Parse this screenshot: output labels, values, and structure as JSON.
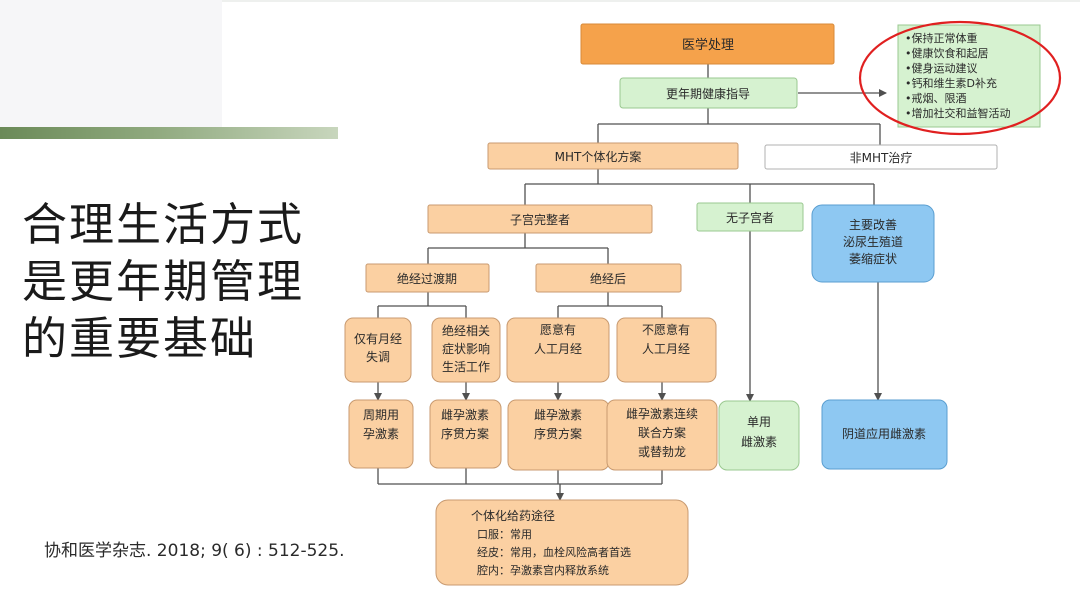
{
  "slide": {
    "heading_lines": [
      "合理生活方式",
      "是更年期管理",
      "的重要基础"
    ],
    "citation": "协和医学杂志. 2018; 9( 6) : 512-525."
  },
  "flowchart": {
    "root": {
      "label": "医学处理",
      "color": "#f5a24b"
    },
    "guidance": {
      "label": "更年期健康指导",
      "color": "#d6f2d0"
    },
    "advice_list": {
      "items": [
        "•保持正常体重",
        "•健康饮食和起居",
        "•健身运动建议",
        "•钙和维生素D补充",
        "•戒烟、限酒",
        "•增加社交和益智活动"
      ],
      "color": "#d6f2d0",
      "highlight_color": "#e02020"
    },
    "mht": {
      "label": "MHT个体化方案",
      "color": "#fbd0a2"
    },
    "non_mht": {
      "label": "非MHT治疗",
      "color": "#ffffff"
    },
    "uterus_intact": {
      "label": "子宫完整者"
    },
    "no_uterus": {
      "label": "无子宫者"
    },
    "vaginal": {
      "lines": [
        "主要改善",
        "泌尿生殖道",
        "萎缩症状"
      ],
      "color": "#8ec8f2"
    },
    "perimenopause": {
      "label": "绝经过渡期"
    },
    "postmenopause": {
      "label": "绝经后"
    },
    "p1": {
      "lines": [
        "仅有月经",
        "失调"
      ]
    },
    "p2": {
      "lines": [
        "绝经相关",
        "症状影响",
        "生活工作"
      ]
    },
    "p3": {
      "lines": [
        "愿意有",
        "人工月经"
      ]
    },
    "p4": {
      "lines": [
        "不愿意有",
        "人工月经"
      ]
    },
    "t1": {
      "lines": [
        "周期用",
        "孕激素"
      ]
    },
    "t2": {
      "lines": [
        "雌孕激素",
        "序贯方案"
      ]
    },
    "t3": {
      "lines": [
        "雌孕激素",
        "序贯方案"
      ]
    },
    "t4": {
      "lines": [
        "雌孕激素连续",
        "联合方案",
        "或替勃龙"
      ]
    },
    "t5": {
      "lines": [
        "单用",
        "雌激素"
      ]
    },
    "t6": {
      "lines": [
        "阴道应用雌激素"
      ]
    },
    "routes": {
      "lines": [
        "个体化给药途径",
        "口服：常用",
        "经皮：常用，血栓风险高者首选",
        "腔内：孕激素宫内释放系统"
      ]
    },
    "line_color": "#505050",
    "peach_color": "#fbd0a2",
    "border_color": "#c89a70"
  }
}
